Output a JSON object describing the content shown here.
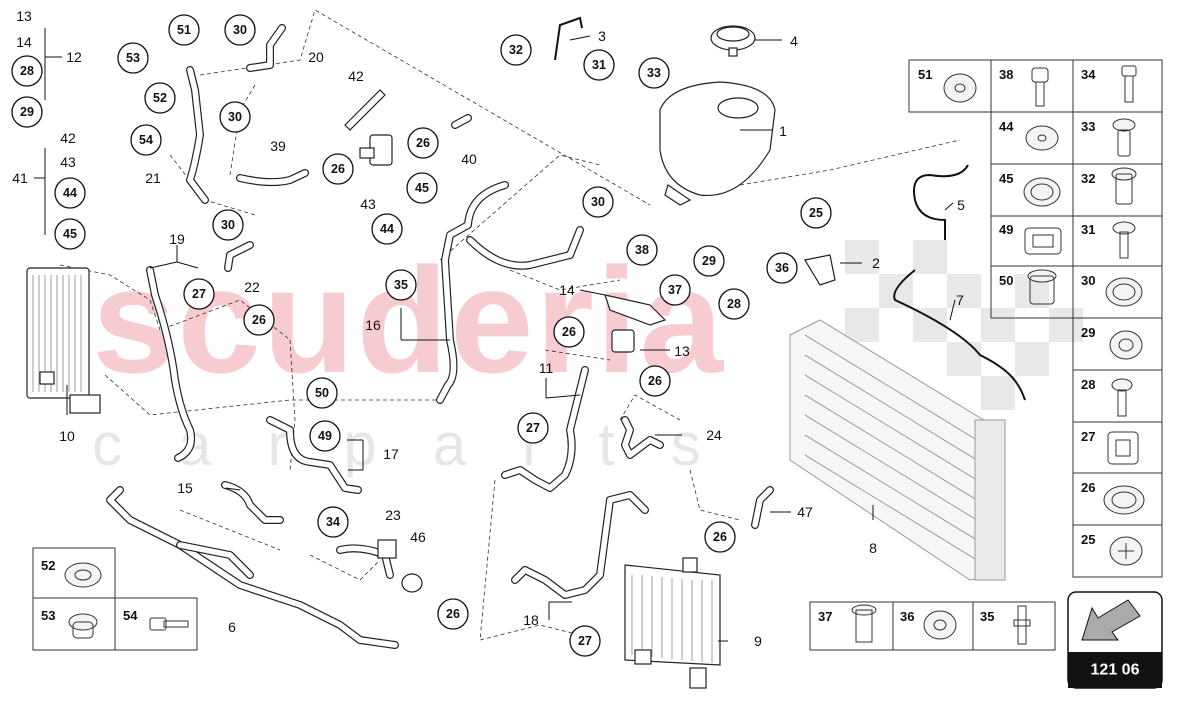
{
  "watermark": {
    "main": "scuderia",
    "sub": "carparts"
  },
  "page_number": "121 06",
  "callouts": [
    "51",
    "30",
    "53",
    "52",
    "54",
    "30",
    "30",
    "26",
    "26",
    "26",
    "27",
    "35",
    "30",
    "38",
    "37",
    "29",
    "28",
    "26",
    "26",
    "27",
    "50",
    "49",
    "34",
    "26",
    "26",
    "27",
    "33",
    "32",
    "31",
    "25",
    "36",
    "45",
    "44",
    "28",
    "29",
    "44",
    "45"
  ],
  "numbers": [
    "13",
    "14",
    "12",
    "42",
    "43",
    "41",
    "21",
    "19",
    "22",
    "10",
    "20",
    "42",
    "39",
    "43",
    "40",
    "3",
    "4",
    "1",
    "5",
    "2",
    "7",
    "14",
    "13",
    "16",
    "11",
    "24",
    "17",
    "15",
    "23",
    "46",
    "6",
    "18",
    "9",
    "47",
    "8"
  ],
  "ref_grid": [
    {
      "label": "51",
      "icon": "washer-icon"
    },
    {
      "label": "38",
      "icon": "bolt-plug-icon"
    },
    {
      "label": "34",
      "icon": "push-pin-icon"
    },
    {
      "label": "44",
      "icon": "flat-washer-icon"
    },
    {
      "label": "33",
      "icon": "screw-clip-icon"
    },
    {
      "label": "45",
      "icon": "hose-clamp-icon"
    },
    {
      "label": "32",
      "icon": "plug-icon"
    },
    {
      "label": "49",
      "icon": "bracket-clip-icon"
    },
    {
      "label": "31",
      "icon": "screw-icon"
    },
    {
      "label": "50",
      "icon": "grommet-plug-icon"
    },
    {
      "label": "30",
      "icon": "spring-clamp-icon"
    },
    {
      "label": "29",
      "icon": "cap-plug-icon"
    },
    {
      "label": "28",
      "icon": "tapping-screw-icon"
    },
    {
      "label": "27",
      "icon": "clip-icon"
    },
    {
      "label": "26",
      "icon": "band-clamp-icon"
    },
    {
      "label": "25",
      "icon": "phillips-plug-icon"
    }
  ],
  "ref_bottom_left": [
    {
      "label": "52",
      "icon": "mount-bushing-icon"
    },
    {
      "label": "53",
      "icon": "rubber-grommet-icon"
    },
    {
      "label": "54",
      "icon": "flange-bolt-icon"
    }
  ],
  "ref_bottom_right": [
    {
      "label": "37",
      "icon": "sleeve-icon"
    },
    {
      "label": "36",
      "icon": "bushing-icon"
    },
    {
      "label": "35",
      "icon": "connector-pin-icon"
    }
  ],
  "colors": {
    "watermark": "#f2a3ab",
    "page_box": "#111111"
  }
}
